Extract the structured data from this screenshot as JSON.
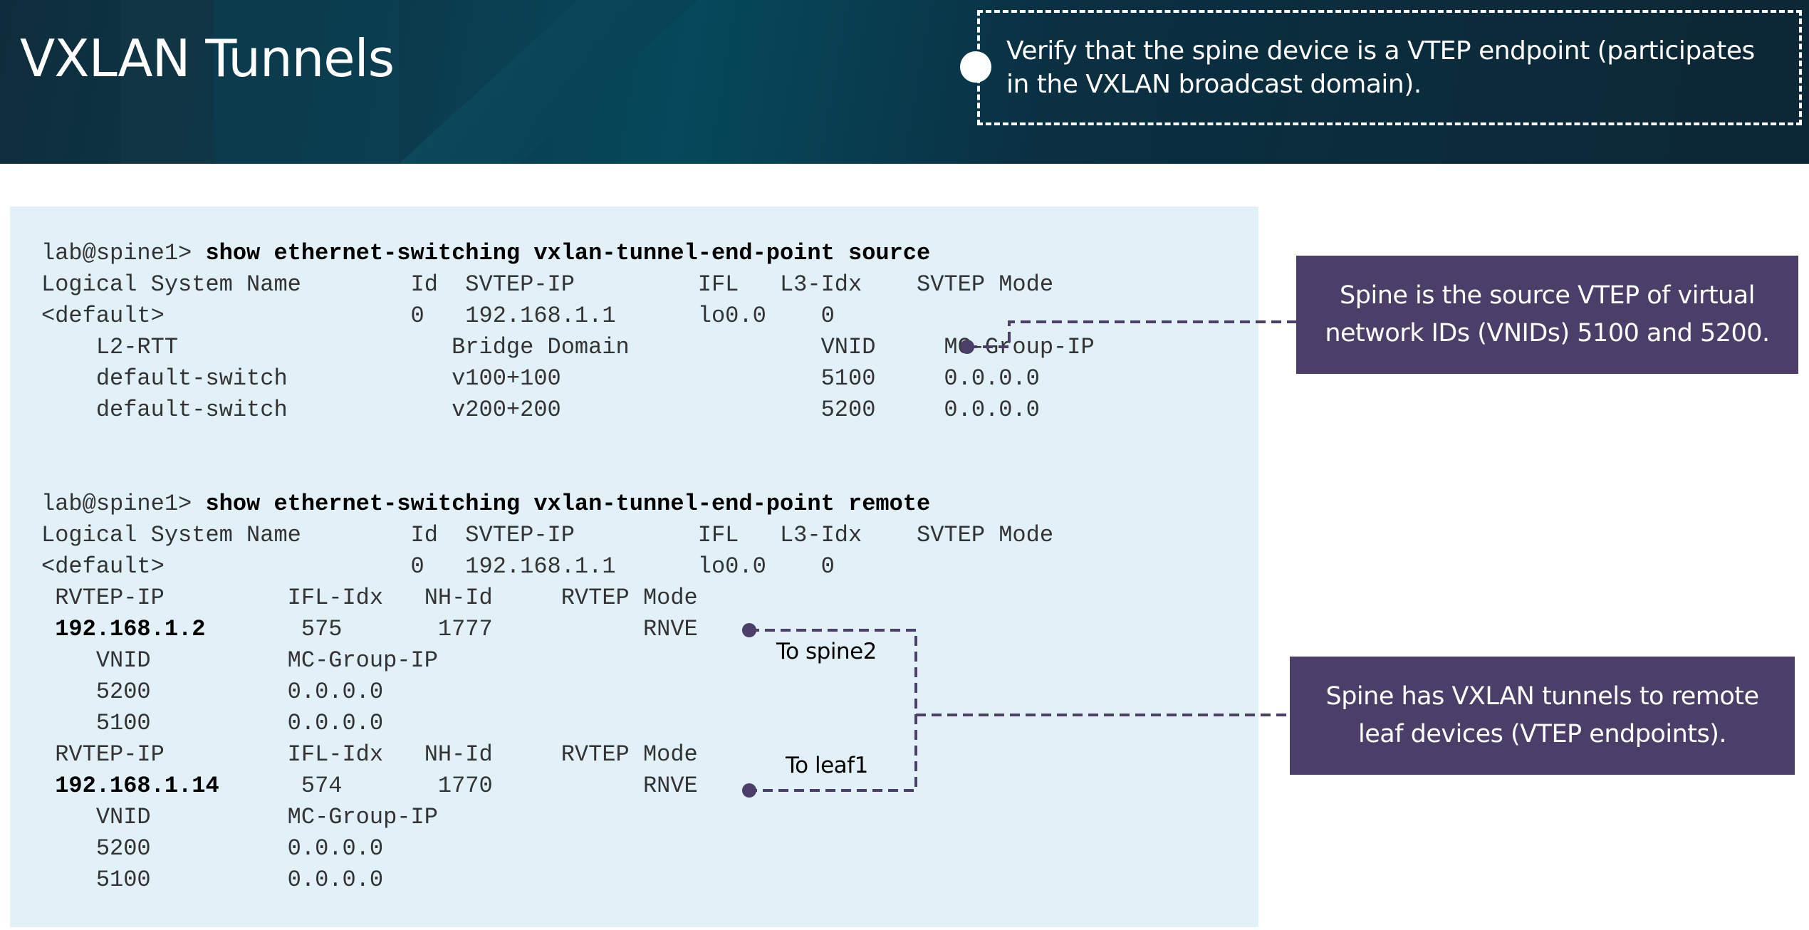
{
  "header": {
    "title": "VXLAN Tunnels",
    "callout": "Verify that the spine device is a VTEP endpoint (participates in the VXLAN broadcast domain)."
  },
  "terminal": {
    "source": {
      "prompt": "lab@spine1> ",
      "command": "show ethernet-switching vxlan-tunnel-end-point source",
      "lines": [
        "Logical System Name        Id  SVTEP-IP         IFL   L3-Idx    SVTEP Mode",
        "<default>                  0   192.168.1.1      lo0.0    0",
        "    L2-RTT                    Bridge Domain              VNID     MC-Group-IP",
        "    default-switch            v100+100                   5100     0.0.0.0",
        "    default-switch            v200+200                   5200     0.0.0.0"
      ]
    },
    "remote": {
      "prompt": "lab@spine1> ",
      "command": "show ethernet-switching vxlan-tunnel-end-point remote",
      "header_lines": [
        "Logical System Name        Id  SVTEP-IP         IFL   L3-Idx    SVTEP Mode",
        "<default>                  0   192.168.1.1      lo0.0    0"
      ],
      "tunnels": [
        {
          "col_header": " RVTEP-IP         IFL-Idx   NH-Id     RVTEP Mode",
          "ip": " 192.168.1.2",
          "values": "       575       1777           RNVE",
          "vnid_header": "    VNID          MC-Group-IP",
          "vnid_rows": [
            "    5200          0.0.0.0",
            "    5100          0.0.0.0"
          ]
        },
        {
          "col_header": " RVTEP-IP         IFL-Idx   NH-Id     RVTEP Mode",
          "ip": " 192.168.1.14",
          "values": "      574       1770           RNVE",
          "vnid_header": "    VNID          MC-Group-IP",
          "vnid_rows": [
            "    5200          0.0.0.0",
            "    5100          0.0.0.0"
          ]
        }
      ]
    }
  },
  "annotations": {
    "source_vtep": "Spine is the source VTEP of virtual network IDs (VNIDs) 5100 and 5200.",
    "remote_tunnels": "Spine has VXLAN tunnels to remote leaf devices (VTEP endpoints).",
    "to_spine2": "To spine2",
    "to_leaf1": "To leaf1"
  },
  "colors": {
    "header_bg": "#0b3446",
    "terminal_bg": "#e1f1f7",
    "annotation_bg": "#4b3e68",
    "connector": "#4b3e68"
  }
}
